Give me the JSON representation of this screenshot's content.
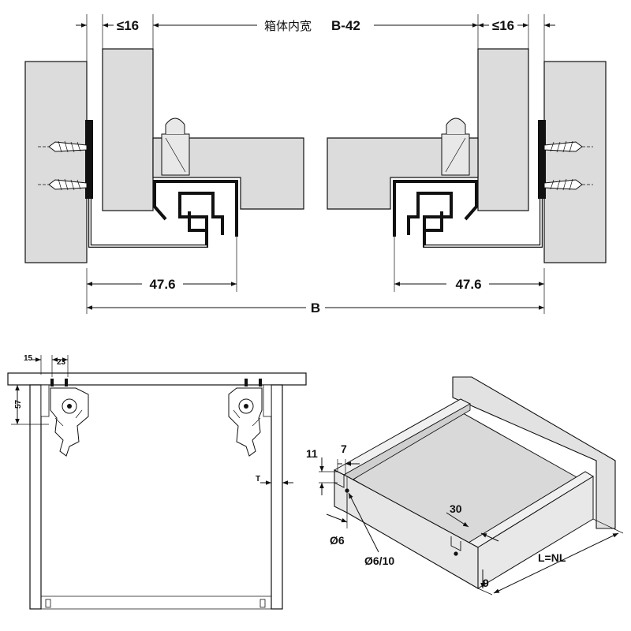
{
  "top_view": {
    "dim_left_gap": "≤16",
    "dim_inner_label": "箱体内宽",
    "dim_inner_value": "B-42",
    "dim_right_gap": "≤16",
    "dim_left_rail": "47.6",
    "dim_right_rail": "47.6",
    "dim_overall": "B"
  },
  "front_view": {
    "dim_15": "15",
    "dim_23": "23",
    "dim_57": "57",
    "dim_t": "T"
  },
  "drawer_view": {
    "dim_11": "11",
    "dim_7": "7",
    "dim_phi6": "Ø6",
    "dim_phi6_10": "Ø6/10",
    "dim_30": "30",
    "dim_length": "L=NL",
    "dim_9": "9"
  },
  "colors": {
    "panel_fill": "#dcdcdc",
    "line": "#111111"
  }
}
